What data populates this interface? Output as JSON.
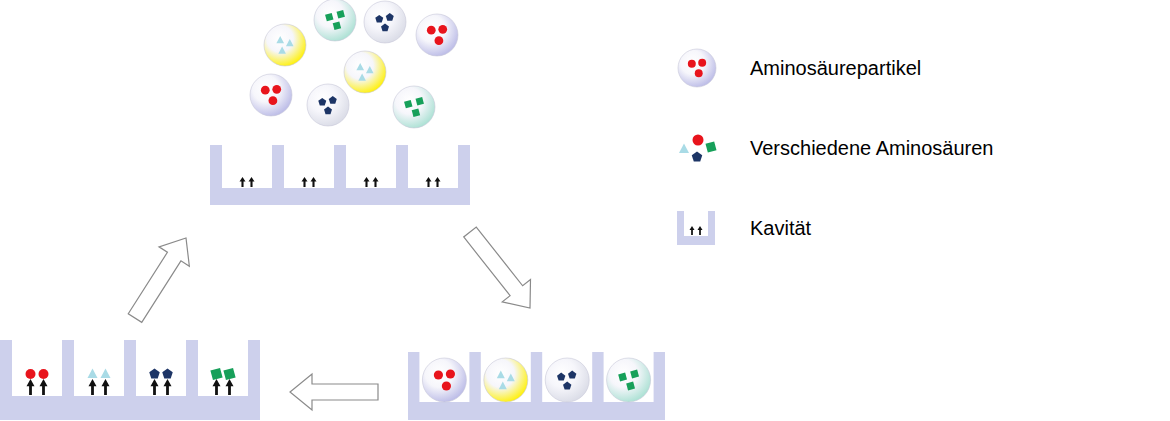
{
  "diagram": {
    "legend": [
      {
        "text": "Aminosäurepartikel"
      },
      {
        "text": "Verschiedene Aminosäuren"
      },
      {
        "text": "Kavität"
      }
    ]
  }
}
